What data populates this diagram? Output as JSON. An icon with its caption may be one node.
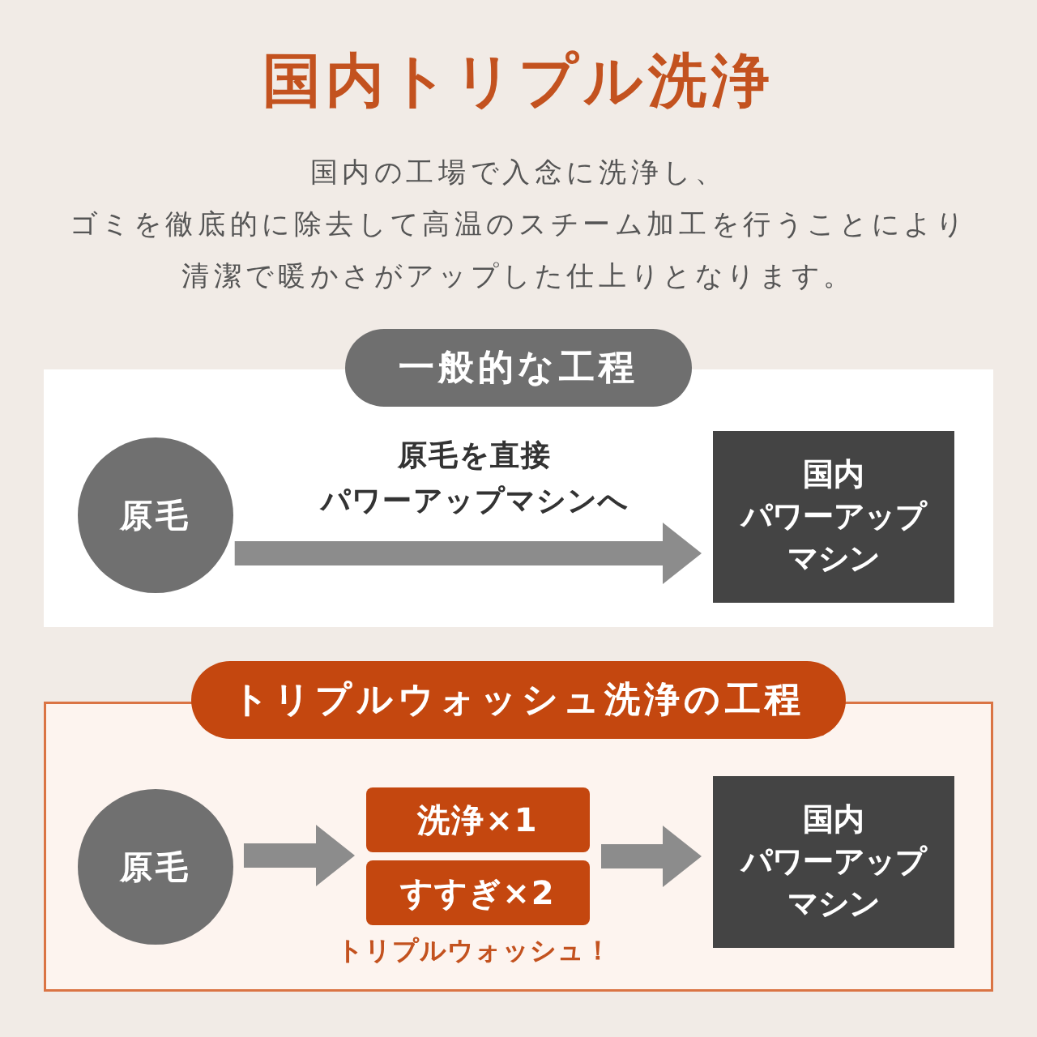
{
  "diagram": {
    "title": "国内トリプル洗浄",
    "nodes": [
      {
        "text": [
          "一般的な工程"
        ]
      },
      {
        "text": [
          "原毛"
        ],
        "in": 0
      },
      {
        "text": [
          "国内パワーアップマシン"
        ],
        "in": 0
      },
      {
        "text": [
          "トリプルウォッシュ洗浄の工程"
        ]
      },
      {
        "text": [
          "原毛"
        ],
        "in": 3
      },
      {
        "text": [
          "洗浄×1"
        ],
        "in": 3
      },
      {
        "text": [
          "すすぎ×2"
        ],
        "in": 3
      },
      {
        "text": [
          "国内パワーアップマシン"
        ],
        "in": 3
      }
    ],
    "edges": [
      {
        "from": 1,
        "to": 2,
        "arrow": "to",
        "label": "原毛を直接パワーアップマシンへ"
      },
      {
        "from": 4,
        "to": 5,
        "arrow": "to"
      },
      {
        "from": 4,
        "to": 6,
        "arrow": "to"
      },
      {
        "from": 5,
        "to": 7,
        "arrow": "to"
      },
      {
        "from": 6,
        "to": 7,
        "arrow": "to"
      }
    ],
    "labels": [
      "国内の工場で入念に洗浄し、",
      "ゴミを徹底的に除去して高温のスチーム加工を行うことにより",
      "清潔で暖かさがアップした仕上りとなります。",
      "トリプルウォッシュ！"
    ]
  }
}
